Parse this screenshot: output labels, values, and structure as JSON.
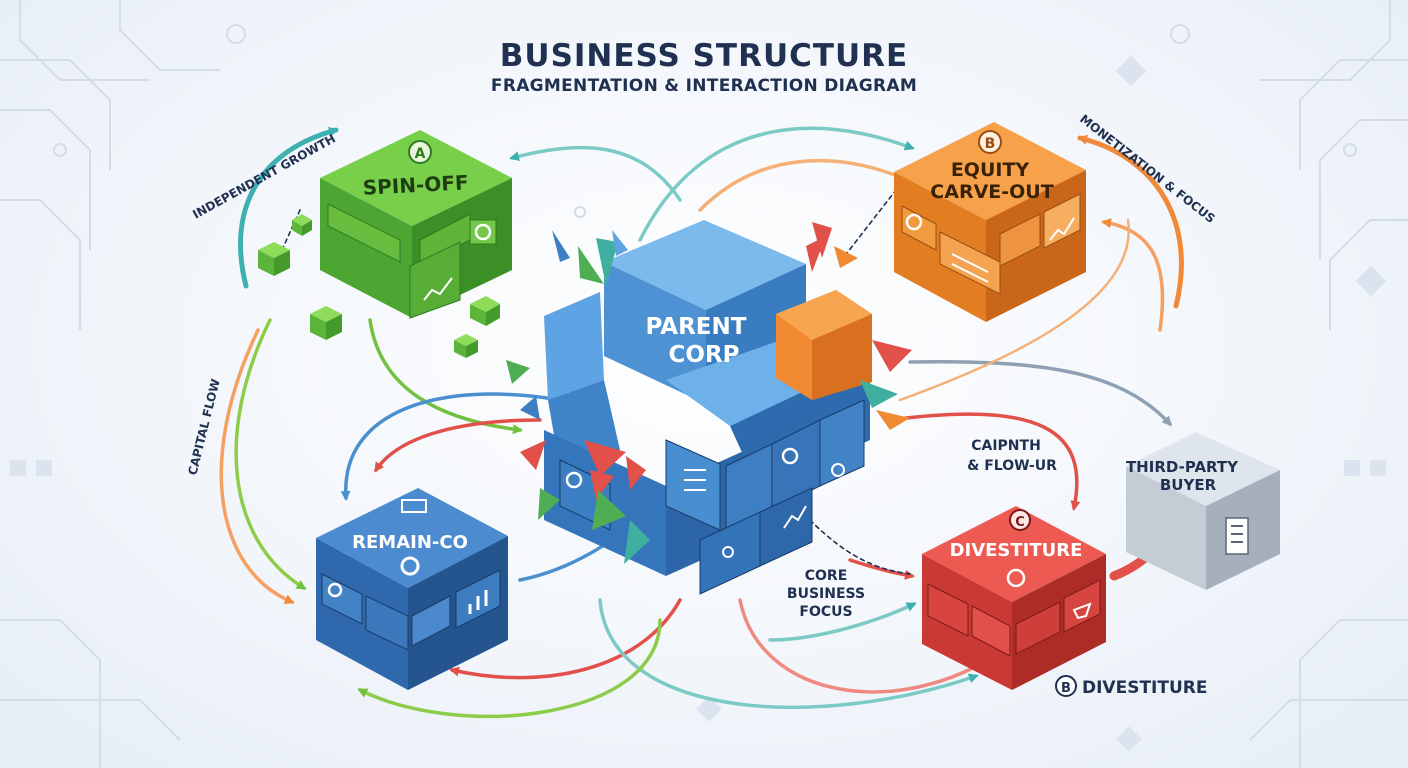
{
  "header": {
    "title": "BUSINESS STRUCTURE",
    "subtitle": "FRAGMENTATION & INTERACTION DIAGRAM"
  },
  "nodes": {
    "parent": {
      "label_line1": "PARENT",
      "label_line2": "CORP"
    },
    "spin_off": {
      "badge": "A",
      "label": "SPIN-OFF"
    },
    "equity_carve_out": {
      "badge": "B",
      "label_line1": "EQUITY",
      "label_line2": "CARVE-OUT"
    },
    "remain_co": {
      "label": "REMAIN-CO"
    },
    "divestiture": {
      "badge": "C",
      "label": "DIVESTITURE"
    },
    "third_party": {
      "label_line1": "THIRD-PARTY",
      "label_line2": "BUYER"
    }
  },
  "flow_labels": {
    "independent_growth": "INDEPENDENT GROWTH",
    "monetization_focus": "MONETIZATION & FOCUS",
    "capital_flow": "CAPITAL FLOW",
    "caipnth_flow": {
      "line1": "CAIPNTH",
      "line2": "& FLOW-UR"
    },
    "core_business_focus": {
      "line1": "CORE",
      "line2": "BUSINESS",
      "line3": "FOCUS"
    }
  },
  "legend": {
    "badge": "B",
    "label": "DIVESTITURE"
  },
  "colors": {
    "green": "#66c243",
    "orange": "#f29a3e",
    "blue": "#3f7fc3",
    "parent_blue": "#5da2df",
    "red": "#e04a44",
    "gray": "#a9b3bf",
    "teal": "#3fb0b0",
    "title": "#1f3050"
  }
}
